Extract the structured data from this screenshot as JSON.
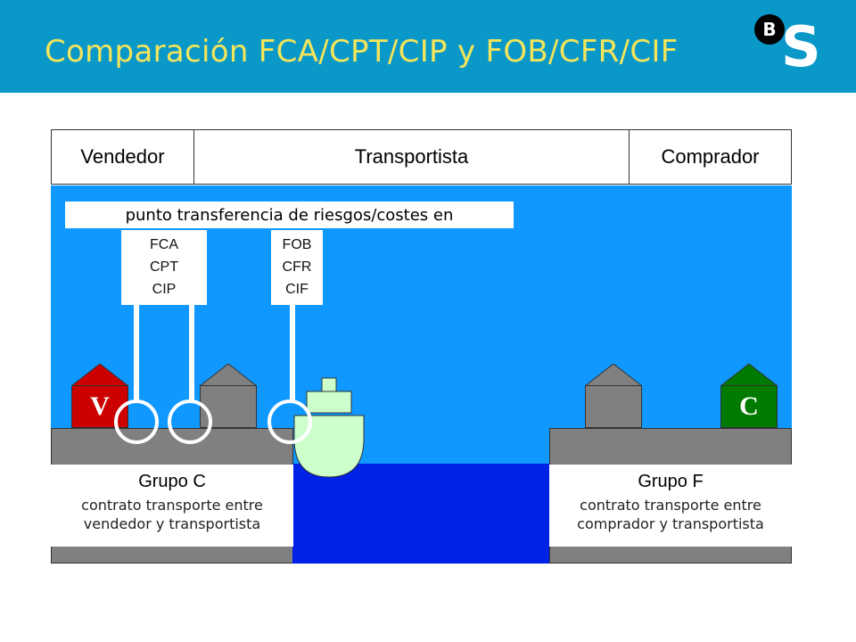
{
  "header": {
    "title": "Comparación FCA/CPT/CIP y FOB/CFR/CIF",
    "logo_letter_b": "B",
    "logo_letter_s": "S"
  },
  "columns": {
    "vendedor": "Vendedor",
    "transportista": "Transportista",
    "comprador": "Comprador"
  },
  "transfer_label": "punto transferencia de riesgos/costes en",
  "terms_left": [
    "FCA",
    "CPT",
    "CIP"
  ],
  "terms_right": [
    "FOB",
    "CFR",
    "CIF"
  ],
  "houses": {
    "seller_letter": "V",
    "buyer_letter": "C"
  },
  "grupo_c": {
    "title": "Grupo C",
    "line1": "contrato transporte entre",
    "line2": "vendedor y transportista"
  },
  "grupo_f": {
    "title": "Grupo F",
    "line1": "contrato transporte entre",
    "line2": "comprador y transportista"
  },
  "colors": {
    "header_bg": "#0a98c9",
    "title": "#f4e55a",
    "sea_sky": "#0f98ff",
    "water": "#0021e6",
    "seller_house": "#cc0000",
    "buyer_house": "#007a00",
    "neutral_house": "#808080",
    "ship": "#ccffcc"
  }
}
